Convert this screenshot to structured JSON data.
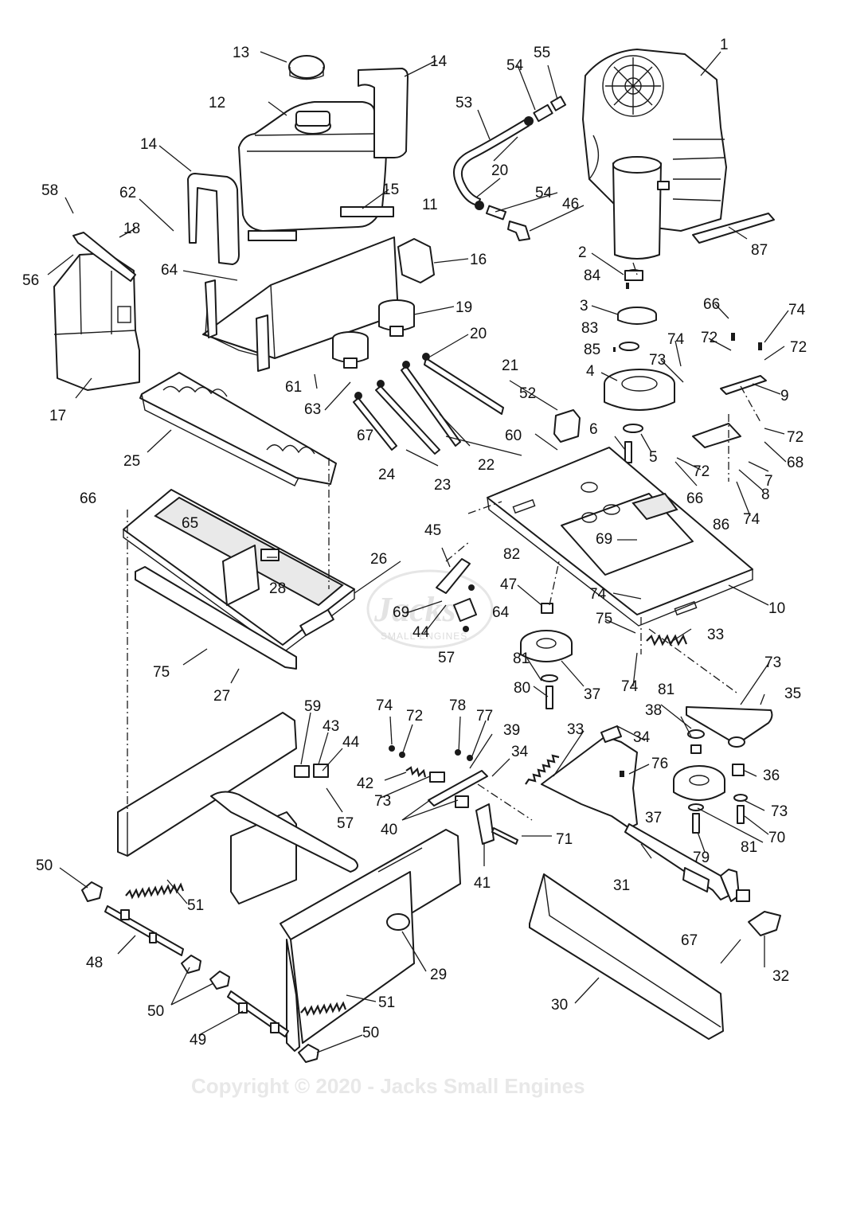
{
  "watermark": {
    "logo_text": "Jacks",
    "logo_sub": "SMALL ENGINES",
    "copyright": "Copyright © 2020 - Jacks Small Engines"
  },
  "callouts": [
    {
      "id": "c1",
      "label": "1"
    },
    {
      "id": "c2",
      "label": "2"
    },
    {
      "id": "c3",
      "label": "3"
    },
    {
      "id": "c4",
      "label": "4"
    },
    {
      "id": "c5",
      "label": "5"
    },
    {
      "id": "c6",
      "label": "6"
    },
    {
      "id": "c7",
      "label": "7"
    },
    {
      "id": "c8",
      "label": "8"
    },
    {
      "id": "c9",
      "label": "9"
    },
    {
      "id": "c10",
      "label": "10"
    },
    {
      "id": "c11",
      "label": "11"
    },
    {
      "id": "c12",
      "label": "12"
    },
    {
      "id": "c13",
      "label": "13"
    },
    {
      "id": "c14a",
      "label": "14"
    },
    {
      "id": "c14b",
      "label": "14"
    },
    {
      "id": "c15",
      "label": "15"
    },
    {
      "id": "c16",
      "label": "16"
    },
    {
      "id": "c17",
      "label": "17"
    },
    {
      "id": "c18",
      "label": "18"
    },
    {
      "id": "c19",
      "label": "19"
    },
    {
      "id": "c20a",
      "label": "20"
    },
    {
      "id": "c20b",
      "label": "20"
    },
    {
      "id": "c21",
      "label": "21"
    },
    {
      "id": "c22",
      "label": "22"
    },
    {
      "id": "c23",
      "label": "23"
    },
    {
      "id": "c24",
      "label": "24"
    },
    {
      "id": "c25",
      "label": "25"
    },
    {
      "id": "c26",
      "label": "26"
    },
    {
      "id": "c27",
      "label": "27"
    },
    {
      "id": "c28",
      "label": "28"
    },
    {
      "id": "c29",
      "label": "29"
    },
    {
      "id": "c30",
      "label": "30"
    },
    {
      "id": "c31",
      "label": "31"
    },
    {
      "id": "c32",
      "label": "32"
    },
    {
      "id": "c33a",
      "label": "33"
    },
    {
      "id": "c33b",
      "label": "33"
    },
    {
      "id": "c34a",
      "label": "34"
    },
    {
      "id": "c34b",
      "label": "34"
    },
    {
      "id": "c35",
      "label": "35"
    },
    {
      "id": "c36",
      "label": "36"
    },
    {
      "id": "c37a",
      "label": "37"
    },
    {
      "id": "c37b",
      "label": "37"
    },
    {
      "id": "c38",
      "label": "38"
    },
    {
      "id": "c39",
      "label": "39"
    },
    {
      "id": "c40",
      "label": "40"
    },
    {
      "id": "c41",
      "label": "41"
    },
    {
      "id": "c42",
      "label": "42"
    },
    {
      "id": "c43",
      "label": "43"
    },
    {
      "id": "c44a",
      "label": "44"
    },
    {
      "id": "c44b",
      "label": "44"
    },
    {
      "id": "c45",
      "label": "45"
    },
    {
      "id": "c46",
      "label": "46"
    },
    {
      "id": "c47",
      "label": "47"
    },
    {
      "id": "c48",
      "label": "48"
    },
    {
      "id": "c49",
      "label": "49"
    },
    {
      "id": "c50a",
      "label": "50"
    },
    {
      "id": "c50b",
      "label": "50"
    },
    {
      "id": "c50c",
      "label": "50"
    },
    {
      "id": "c51a",
      "label": "51"
    },
    {
      "id": "c51b",
      "label": "51"
    },
    {
      "id": "c52",
      "label": "52"
    },
    {
      "id": "c53",
      "label": "53"
    },
    {
      "id": "c54a",
      "label": "54"
    },
    {
      "id": "c54b",
      "label": "54"
    },
    {
      "id": "c55",
      "label": "55"
    },
    {
      "id": "c56",
      "label": "56"
    },
    {
      "id": "c57a",
      "label": "57"
    },
    {
      "id": "c57b",
      "label": "57"
    },
    {
      "id": "c58",
      "label": "58"
    },
    {
      "id": "c59",
      "label": "59"
    },
    {
      "id": "c60",
      "label": "60"
    },
    {
      "id": "c61",
      "label": "61"
    },
    {
      "id": "c62",
      "label": "62"
    },
    {
      "id": "c63",
      "label": "63"
    },
    {
      "id": "c64a",
      "label": "64"
    },
    {
      "id": "c64b",
      "label": "64"
    },
    {
      "id": "c65",
      "label": "65"
    },
    {
      "id": "c66a",
      "label": "66"
    },
    {
      "id": "c66b",
      "label": "66"
    },
    {
      "id": "c66c",
      "label": "66"
    },
    {
      "id": "c67a",
      "label": "67"
    },
    {
      "id": "c67b",
      "label": "67"
    },
    {
      "id": "c68",
      "label": "68"
    },
    {
      "id": "c69a",
      "label": "69"
    },
    {
      "id": "c69b",
      "label": "69"
    },
    {
      "id": "c70",
      "label": "70"
    },
    {
      "id": "c71",
      "label": "71"
    },
    {
      "id": "c72a",
      "label": "72"
    },
    {
      "id": "c72b",
      "label": "72"
    },
    {
      "id": "c72c",
      "label": "72"
    },
    {
      "id": "c72d",
      "label": "72"
    },
    {
      "id": "c72e",
      "label": "72"
    },
    {
      "id": "c73a",
      "label": "73"
    },
    {
      "id": "c73b",
      "label": "73"
    },
    {
      "id": "c73c",
      "label": "73"
    },
    {
      "id": "c73d",
      "label": "73"
    },
    {
      "id": "c74a",
      "label": "74"
    },
    {
      "id": "c74b",
      "label": "74"
    },
    {
      "id": "c74c",
      "label": "74"
    },
    {
      "id": "c74d",
      "label": "74"
    },
    {
      "id": "c74e",
      "label": "74"
    },
    {
      "id": "c74f",
      "label": "74"
    },
    {
      "id": "c75a",
      "label": "75"
    },
    {
      "id": "c75b",
      "label": "75"
    },
    {
      "id": "c76",
      "label": "76"
    },
    {
      "id": "c77",
      "label": "77"
    },
    {
      "id": "c78",
      "label": "78"
    },
    {
      "id": "c79",
      "label": "79"
    },
    {
      "id": "c80",
      "label": "80"
    },
    {
      "id": "c81a",
      "label": "81"
    },
    {
      "id": "c81b",
      "label": "81"
    },
    {
      "id": "c81c",
      "label": "81"
    },
    {
      "id": "c82",
      "label": "82"
    },
    {
      "id": "c83",
      "label": "83"
    },
    {
      "id": "c84",
      "label": "84"
    },
    {
      "id": "c85",
      "label": "85"
    },
    {
      "id": "c86",
      "label": "86"
    },
    {
      "id": "c87",
      "label": "87"
    }
  ]
}
